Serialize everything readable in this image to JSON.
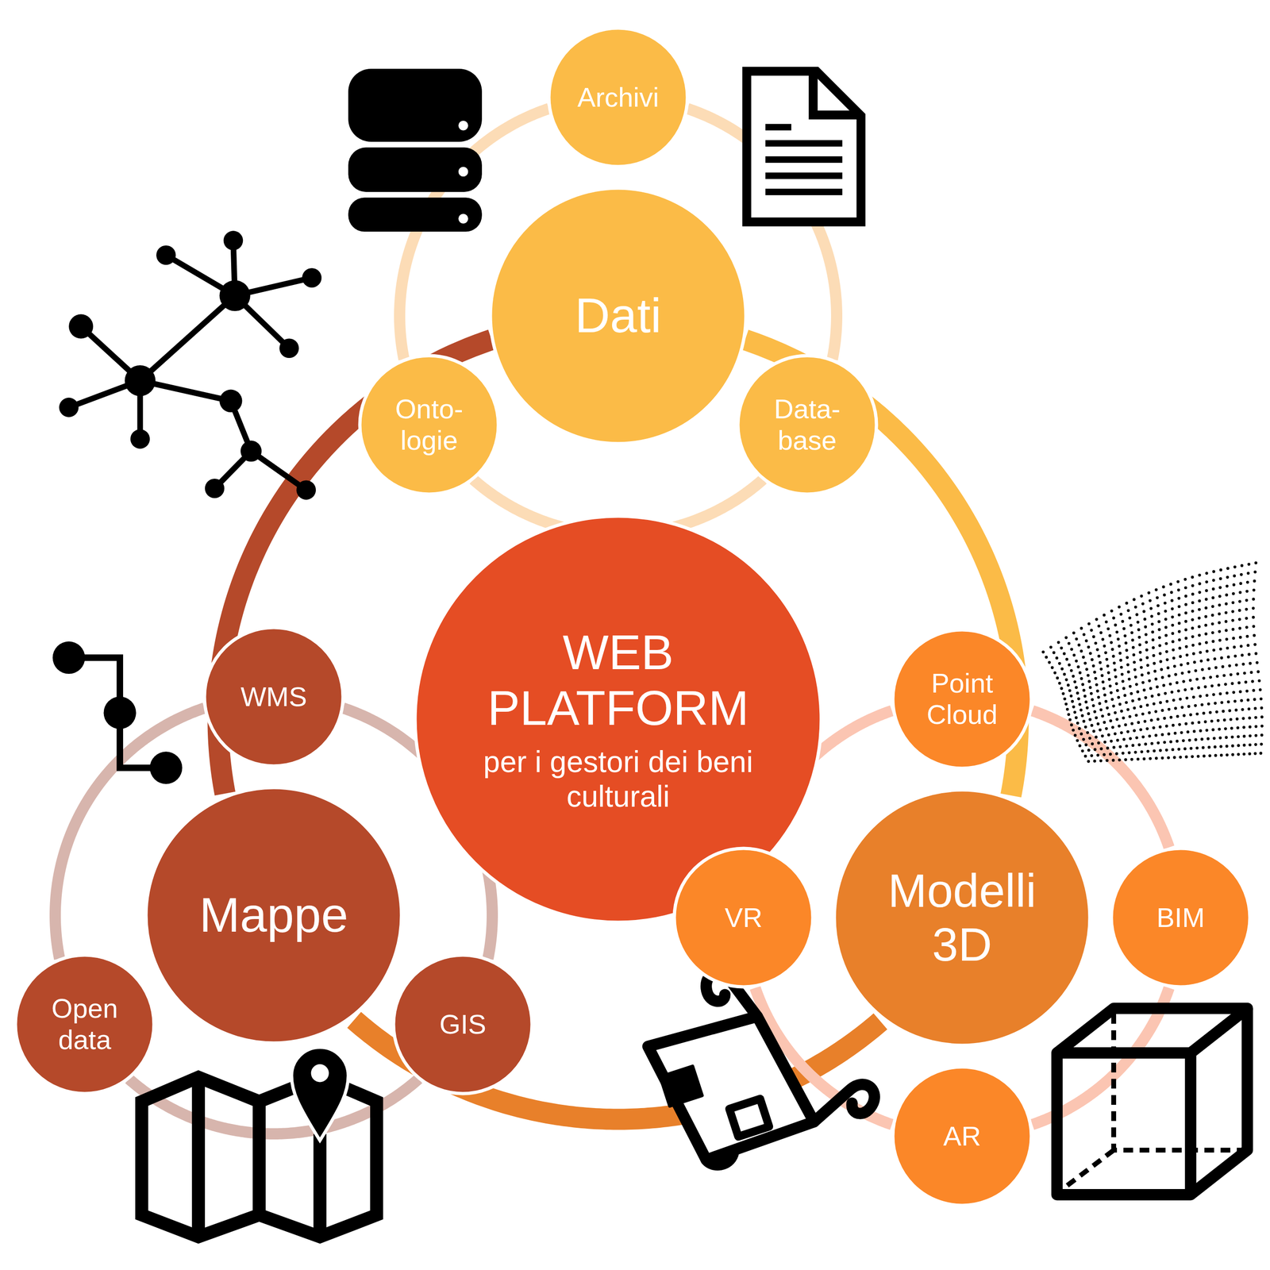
{
  "diagram": {
    "nodes": [
      {
        "text": [
          "Archivi"
        ]
      },
      {
        "text": [
          "Dati"
        ]
      },
      {
        "text": [
          "Onto- logie"
        ]
      },
      {
        "text": [
          "Data- base"
        ]
      },
      {
        "text": [
          "WEB PLATFORM",
          "per i gestori dei beni culturali"
        ]
      },
      {
        "text": [
          "WMS"
        ]
      },
      {
        "text": [
          "Point Cloud"
        ]
      },
      {
        "text": [
          "Mappe"
        ]
      },
      {
        "text": [
          "VR"
        ]
      },
      {
        "text": [
          "Modelli 3D"
        ]
      },
      {
        "text": [
          "BIM"
        ]
      },
      {
        "text": [
          "Open data"
        ]
      },
      {
        "text": [
          "GIS"
        ]
      },
      {
        "text": [
          "AR"
        ]
      }
    ],
    "edges": [
      {
        "from": 1,
        "to": 9,
        "arrow": "none"
      },
      {
        "from": 9,
        "to": 7,
        "arrow": "none"
      },
      {
        "from": 7,
        "to": 1,
        "arrow": "none"
      },
      {
        "from": 0,
        "to": 3,
        "arrow": "none"
      },
      {
        "from": 3,
        "to": 2,
        "arrow": "none"
      },
      {
        "from": 2,
        "to": 0,
        "arrow": "none"
      },
      {
        "from": 5,
        "to": 12,
        "arrow": "none"
      },
      {
        "from": 12,
        "to": 11,
        "arrow": "none"
      },
      {
        "from": 11,
        "to": 5,
        "arrow": "none"
      },
      {
        "from": 6,
        "to": 10,
        "arrow": "none"
      },
      {
        "from": 10,
        "to": 13,
        "arrow": "none"
      },
      {
        "from": 13,
        "to": 8,
        "arrow": "none"
      },
      {
        "from": 8,
        "to": 6,
        "arrow": "none"
      }
    ]
  }
}
